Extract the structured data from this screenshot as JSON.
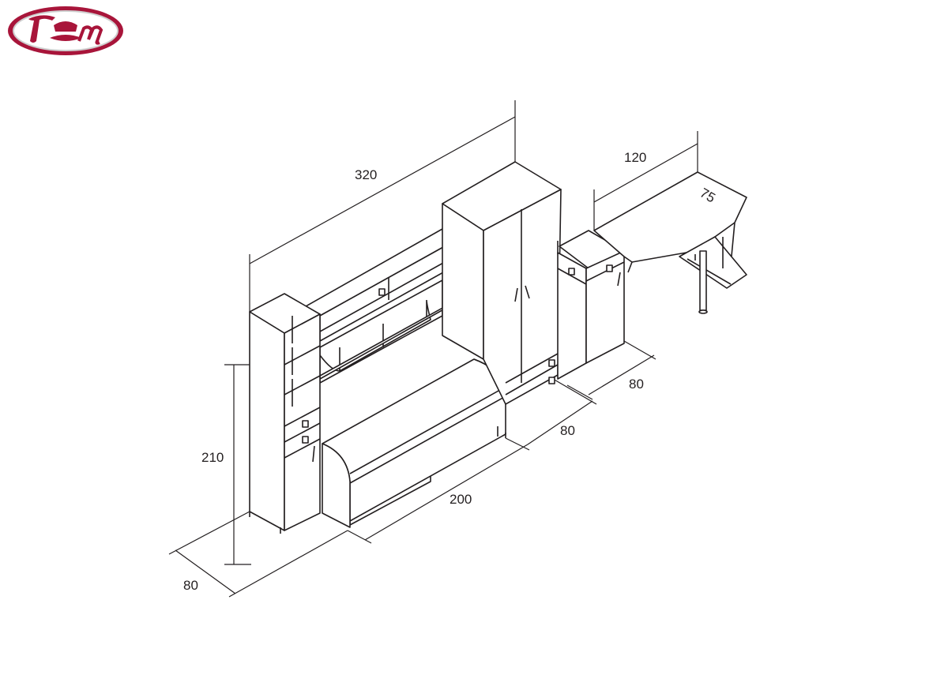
{
  "logo": {
    "text": "ТМ",
    "color": "#a8153a"
  },
  "dimensions": {
    "total_width": "320",
    "desk_width": "120",
    "desk_depth": "75",
    "height": "210",
    "left_depth": "80",
    "bed_length": "200",
    "middle_depth": "80",
    "right_depth": "80"
  }
}
